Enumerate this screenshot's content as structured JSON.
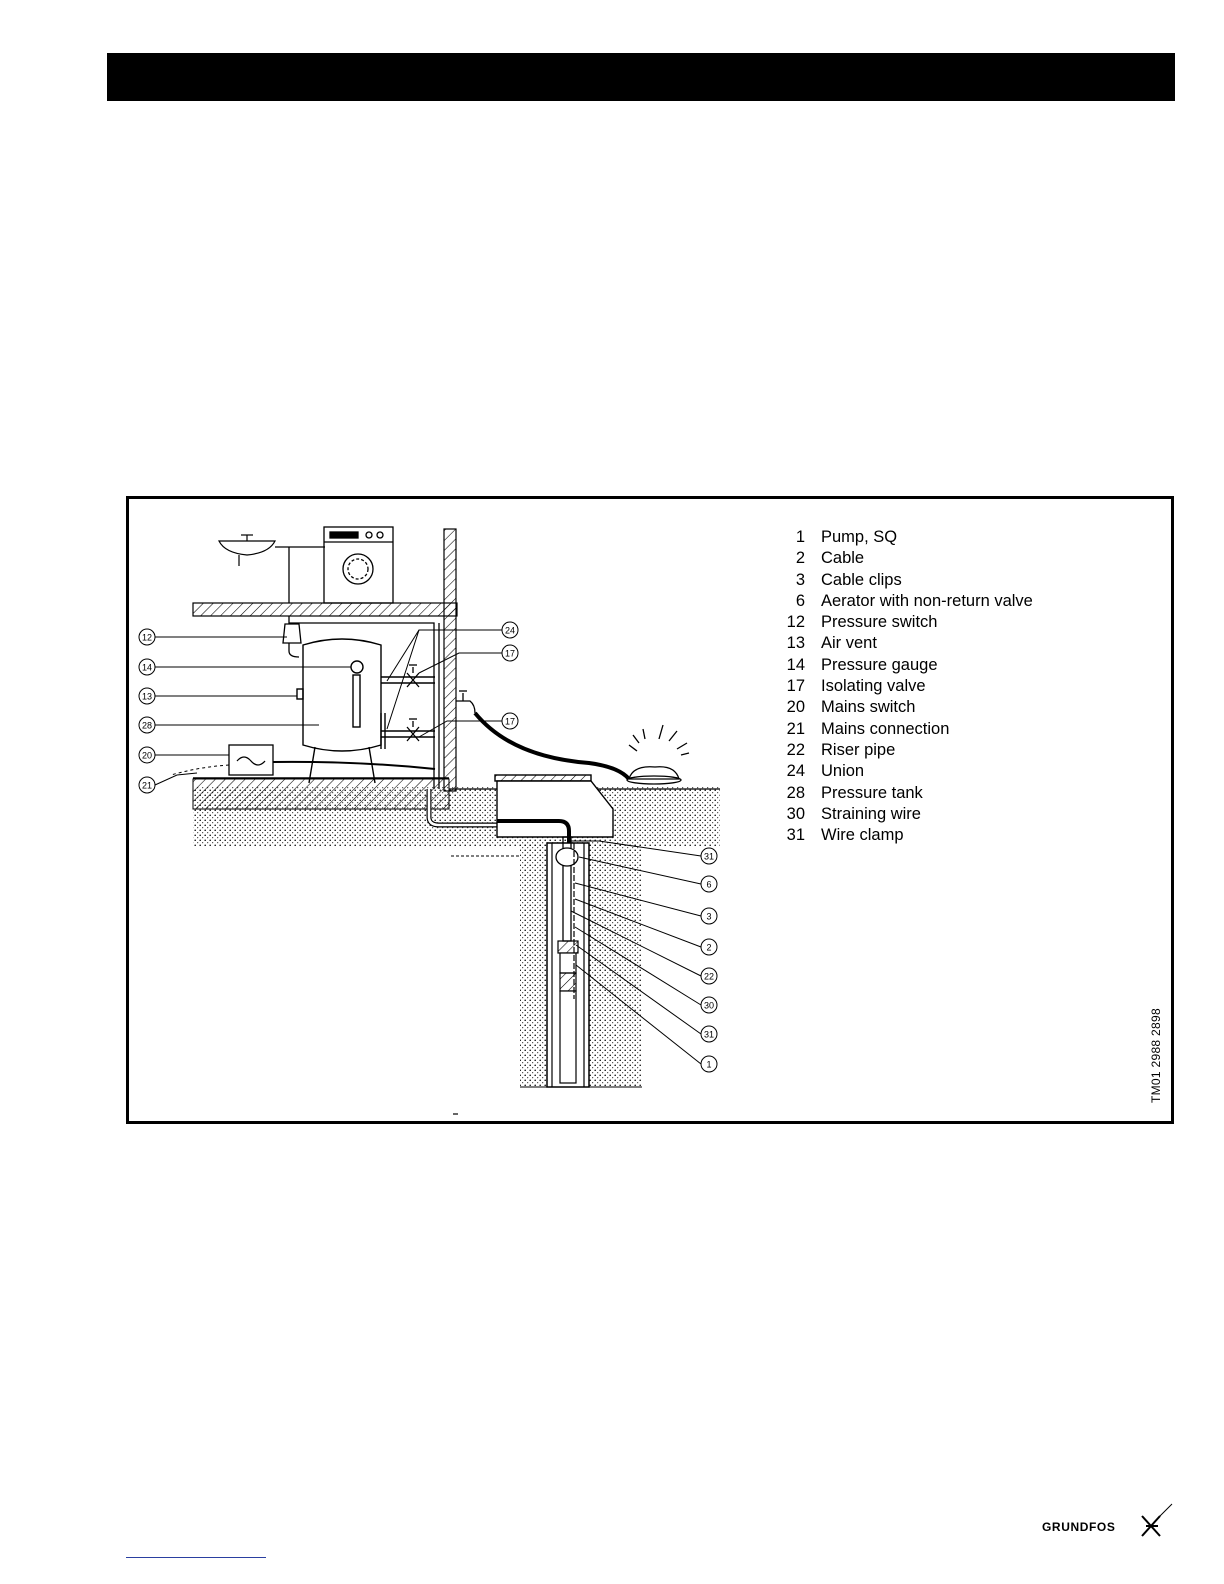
{
  "legend": [
    {
      "num": "1",
      "label": "Pump, SQ"
    },
    {
      "num": "2",
      "label": "Cable"
    },
    {
      "num": "3",
      "label": "Cable clips"
    },
    {
      "num": "6",
      "label": "Aerator with non-return valve"
    },
    {
      "num": "12",
      "label": "Pressure switch"
    },
    {
      "num": "13",
      "label": "Air vent"
    },
    {
      "num": "14",
      "label": "Pressure gauge"
    },
    {
      "num": "17",
      "label": "Isolating valve"
    },
    {
      "num": "20",
      "label": "Mains switch"
    },
    {
      "num": "21",
      "label": "Mains connection"
    },
    {
      "num": "22",
      "label": "Riser pipe"
    },
    {
      "num": "24",
      "label": "Union"
    },
    {
      "num": "28",
      "label": "Pressure tank"
    },
    {
      "num": "30",
      "label": "Straining wire"
    },
    {
      "num": "31",
      "label": "Wire clamp"
    }
  ],
  "callouts": [
    "12",
    "14",
    "13",
    "28",
    "20",
    "21",
    "24",
    "17",
    "17",
    "31",
    "6",
    "3",
    "2",
    "22",
    "30",
    "31",
    "1"
  ],
  "drawing_code": "TM01 2988 2898",
  "brand": "GRUNDFOS"
}
